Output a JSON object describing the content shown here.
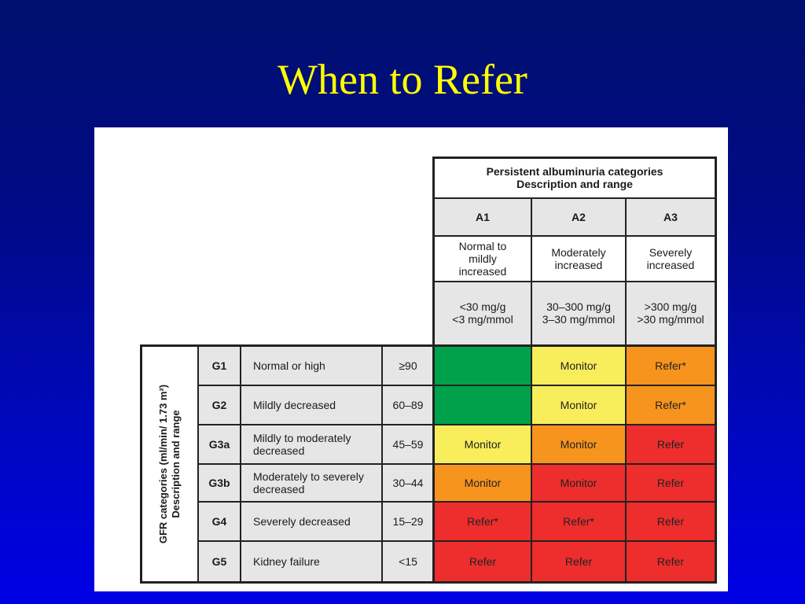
{
  "slide": {
    "title": "When to Refer"
  },
  "albuminuria": {
    "header_line1": "Persistent albuminuria categories",
    "header_line2": "Description and range",
    "categories": [
      {
        "code": "A1",
        "desc": "Normal to mildly increased",
        "range_line1": "<30 mg/g",
        "range_line2": "<3 mg/mmol"
      },
      {
        "code": "A2",
        "desc": "Moderately increased",
        "range_line1": "30–300 mg/g",
        "range_line2": "3–30 mg/mmol"
      },
      {
        "code": "A3",
        "desc": "Severely increased",
        "range_line1": ">300 mg/g",
        "range_line2": ">30 mg/mmol"
      }
    ]
  },
  "gfr": {
    "side_label_line1": "GFR categories (ml/min/ 1.73 m²)",
    "side_label_line2": "Description and range",
    "rows": [
      {
        "code": "G1",
        "desc": "Normal or high",
        "range": "≥90",
        "cells": [
          "",
          "Monitor",
          "Refer*"
        ]
      },
      {
        "code": "G2",
        "desc": "Mildly decreased",
        "range": "60–89",
        "cells": [
          "",
          "Monitor",
          "Refer*"
        ]
      },
      {
        "code": "G3a",
        "desc": "Mildly to moderately decreased",
        "range": "45–59",
        "cells": [
          "Monitor",
          "Monitor",
          "Refer"
        ]
      },
      {
        "code": "G3b",
        "desc": "Moderately to severely decreased",
        "range": "30–44",
        "cells": [
          "Monitor",
          "Monitor",
          "Refer"
        ]
      },
      {
        "code": "G4",
        "desc": "Severely decreased",
        "range": "15–29",
        "cells": [
          "Refer*",
          "Refer*",
          "Refer"
        ]
      },
      {
        "code": "G5",
        "desc": "Kidney failure",
        "range": "<15",
        "cells": [
          "Refer",
          "Refer",
          "Refer"
        ]
      }
    ]
  },
  "risk_colors": {
    "green": "#00a14b",
    "yellow": "#f8ee5b",
    "orange": "#f7941d",
    "red": "#ee2d2d"
  },
  "risk_matrix": [
    [
      "green",
      "yellow",
      "orange"
    ],
    [
      "green",
      "yellow",
      "orange"
    ],
    [
      "yellow",
      "orange",
      "red"
    ],
    [
      "orange",
      "red",
      "red"
    ],
    [
      "red",
      "red",
      "red"
    ],
    [
      "red",
      "red",
      "red"
    ]
  ]
}
